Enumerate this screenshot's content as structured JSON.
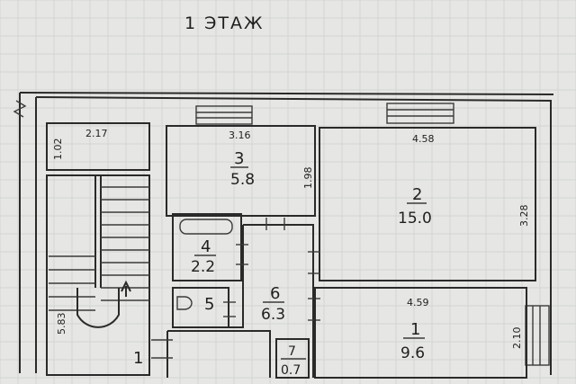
{
  "title": "1 ЭТАЖ",
  "rooms": [
    {
      "id": "1",
      "number": "1",
      "area": "9.6"
    },
    {
      "id": "2",
      "number": "2",
      "area": "15.0"
    },
    {
      "id": "3",
      "number": "3",
      "area": "5.8"
    },
    {
      "id": "4",
      "number": "4",
      "area": "2.2"
    },
    {
      "id": "5",
      "number": "5"
    },
    {
      "id": "6",
      "number": "6",
      "area": "6.3"
    },
    {
      "id": "7",
      "number": "7",
      "area": "0.7"
    }
  ],
  "stair_label": "1",
  "dimensions": {
    "top_left_width": "2.17",
    "top_left_height": "1.02",
    "room3_width": "3.16",
    "room3_height": "1.98",
    "room2_width": "4.58",
    "room2_height": "3.28",
    "room1_width": "4.59",
    "room1_height": "2.10",
    "stair_height": "5.83"
  },
  "colors": {
    "paper": "#e6e7e4",
    "ink": "#2a2a2a",
    "grid": "#d3d6d3"
  }
}
